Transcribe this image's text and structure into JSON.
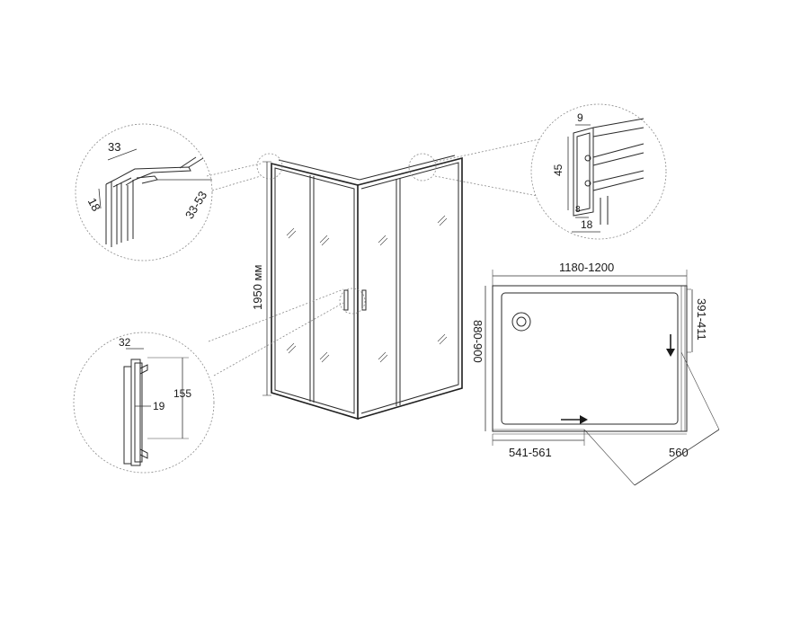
{
  "drawing": {
    "elevation": {
      "height_label": "1950 мм"
    },
    "detail_top_profile": {
      "top_width": "33",
      "side_thickness": "18",
      "adjust_range": "33-53"
    },
    "detail_handle": {
      "width": "32",
      "depth": "19",
      "height": "155"
    },
    "detail_roller": {
      "top": "9",
      "height": "45",
      "gap": "8",
      "bottom": "18"
    },
    "plan": {
      "length": "1180-1200",
      "width": "880-900",
      "side_opening": "391-411",
      "front_opening": "541-561",
      "diagonal": "560"
    }
  },
  "colors": {
    "line": "#2a2a2a",
    "dashed": "#8a8a8a",
    "background": "#ffffff"
  }
}
